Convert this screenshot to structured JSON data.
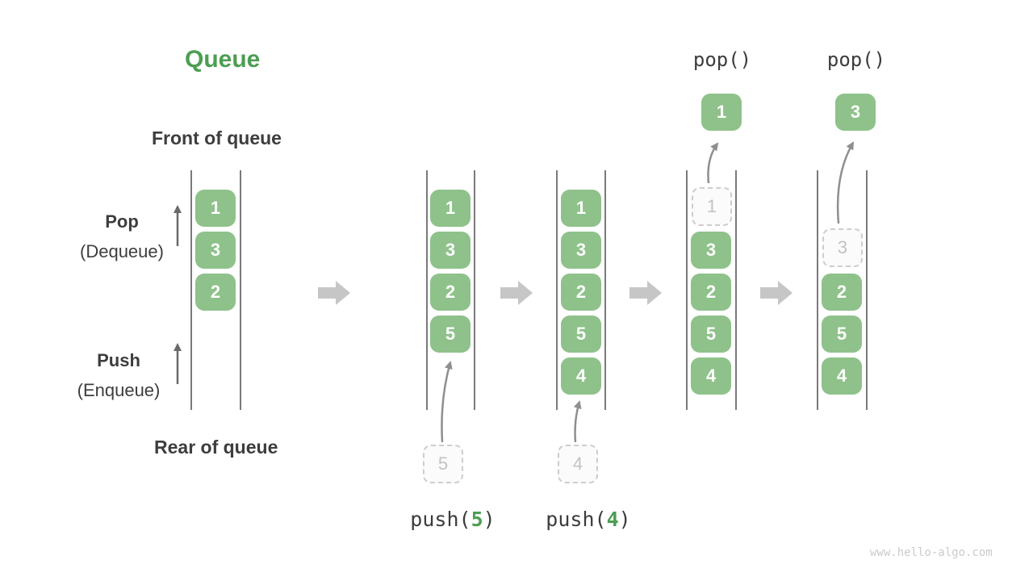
{
  "title": {
    "text": "Queue"
  },
  "labels": {
    "front": "Front of queue",
    "rear": "Rear of queue",
    "pop": "Pop",
    "pop_sub": "(Dequeue)",
    "push": "Push",
    "push_sub": "(Enqueue)"
  },
  "operations": {
    "pop_label": "pop()",
    "push_open": "push(",
    "push_close": ")",
    "push_args": [
      "5",
      "4"
    ]
  },
  "columns": [
    {
      "slots": [
        "1",
        "3",
        "2"
      ]
    },
    {
      "slots": [
        "1",
        "3",
        "2",
        "5"
      ]
    },
    {
      "slots": [
        "1",
        "3",
        "2",
        "5",
        "4"
      ]
    },
    {
      "ghost": "1",
      "slots": [
        "3",
        "2",
        "5",
        "4"
      ]
    },
    {
      "ghost": "3",
      "slots": [
        "2",
        "5",
        "4"
      ]
    }
  ],
  "staged": [
    "5",
    "4"
  ],
  "popped": [
    "1",
    "3"
  ],
  "watermark": "www.hello-algo.com",
  "colors": {
    "green_box": "#8ec28a",
    "accent_green": "#4c9e52",
    "text_dark": "#3d3d3d",
    "ghost_border": "#cdcdcd",
    "ghost_text": "#c2c2c2",
    "rail": "#7a7a7a",
    "flow_arrow": "#c6c6c6",
    "curve_arrow": "#8f8f8f",
    "side_arrow": "#6a6a6a",
    "watermark": "#cbcbcb"
  }
}
